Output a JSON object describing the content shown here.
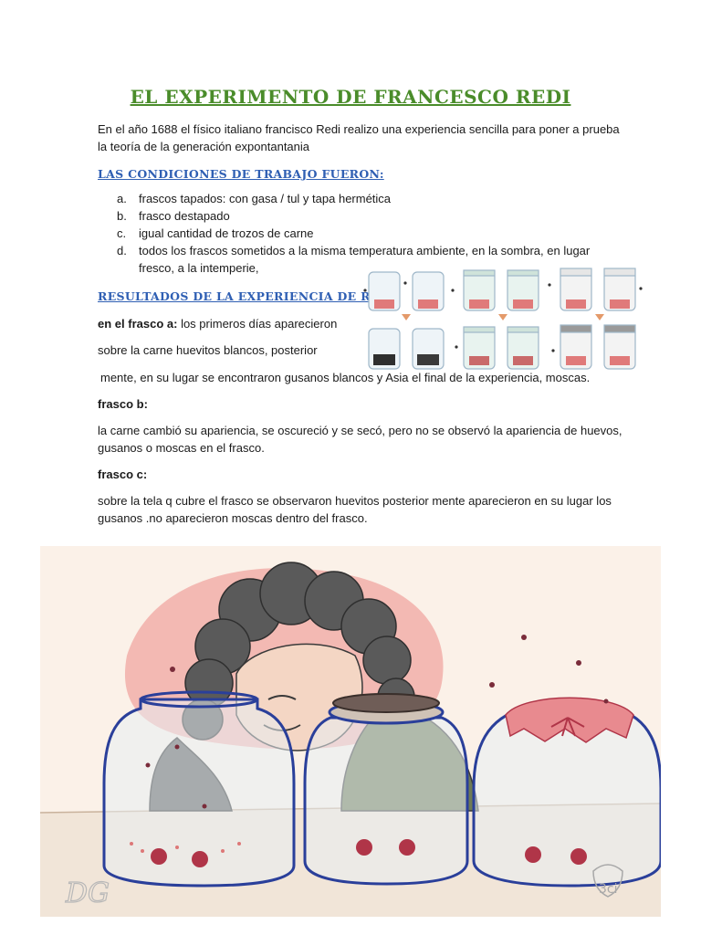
{
  "title": "EL EXPERIMENTO DE FRANCESCO REDI",
  "intro": {
    "line1": "En el año 1688 el físico italiano francisco Redi realizo una experiencia sencilla para poner a prueba",
    "line2": "la teoría de la generación expontantania"
  },
  "conditions": {
    "heading": "LAS CONDICIONES DE TRABAJO FUERON:",
    "items": [
      {
        "marker": "a.",
        "text": "frascos tapados: con gasa / tul y tapa hermética"
      },
      {
        "marker": "b.",
        "text": "frasco destapado"
      },
      {
        "marker": "c.",
        "text": "igual cantidad de trozos de carne"
      },
      {
        "marker": "d.",
        "line1": "todos los frascos sometidos a la misma temperatura ambiente, en la sombra, en lugar",
        "line2": "fresco, a la intemperie,"
      }
    ]
  },
  "results": {
    "heading": "RESULTADOS DE LA EXPERIENCIA DE REDI:",
    "a_label": "en el frasco a:",
    "a_line1": "los primeros días aparecieron",
    "a_line2": "sobre la carne huevitos blancos, posterior",
    "a_line3": "mente, en su lugar se encontraron gusanos blancos y Asia el final de la experiencia, moscas.",
    "b_label": "frasco b:",
    "b_line1": "la carne cambió su apariencia, se oscureció y se secó, pero no se observó la apariencia de huevos,",
    "b_line2": "gusanos o moscas en el frasco.",
    "c_label": "frasco c:",
    "c_line1": "sobre la tela q cubre el frasco se observaron huevitos posterior mente aparecieron en su lugar los",
    "c_line2": "gusanos .no aparecieron moscas dentro del frasco."
  },
  "illustration": {
    "signature": "DG",
    "logo": "3ci",
    "colors": {
      "background": "#fbf1e8",
      "pink": "#f0b5b0",
      "jar": "#2a3f9a",
      "hair": "#4d4d4d",
      "meat": "#b03548",
      "cloth": "#d04a55"
    }
  }
}
